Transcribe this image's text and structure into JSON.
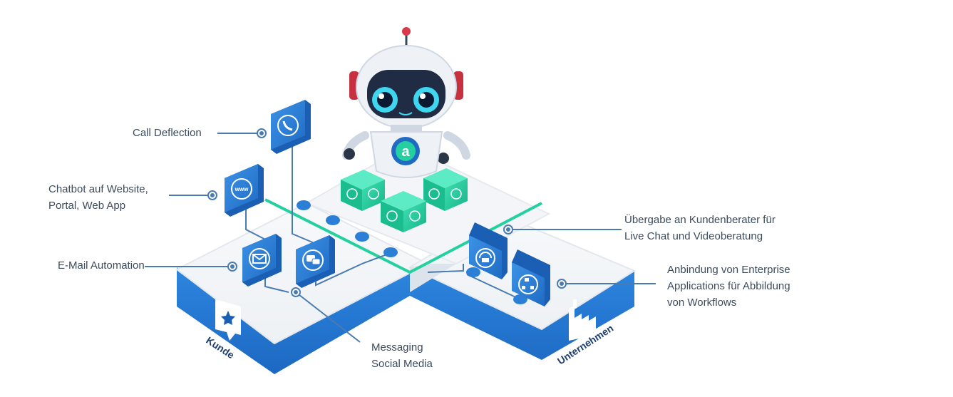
{
  "labels": {
    "call_deflection": "Call Deflection",
    "chatbot_line1": "Chatbot auf Website,",
    "chatbot_line2": "Portal, Web App",
    "email": "E-Mail Automation",
    "messaging_line1": "Messaging",
    "messaging_line2": "Social Media",
    "handover_line1": "Übergabe an Kundenberater für",
    "handover_line2": "Live Chat und Videoberatung",
    "enterprise_line1": "Anbindung von Enterprise",
    "enterprise_line2": "Applications für Abbildung",
    "enterprise_line3": "von Workflows"
  },
  "platform": {
    "left_label": "Kunde",
    "right_label": "Unternehmen"
  },
  "robot": {
    "badge_letter": "a"
  },
  "icons": {
    "call": "phone-icon",
    "web": "www-icon",
    "email": "envelope-icon",
    "messaging": "chat-bubbles-icon",
    "handover": "headset-chat-icon",
    "enterprise": "workflow-icon",
    "customer": "star-speech-icon",
    "company": "factory-icon"
  },
  "colors": {
    "blue": "#2b7fd6",
    "dark_blue": "#1a5fb4",
    "green": "#25d0a0",
    "line": "#4a7bb0",
    "text": "#3c4b5c"
  }
}
